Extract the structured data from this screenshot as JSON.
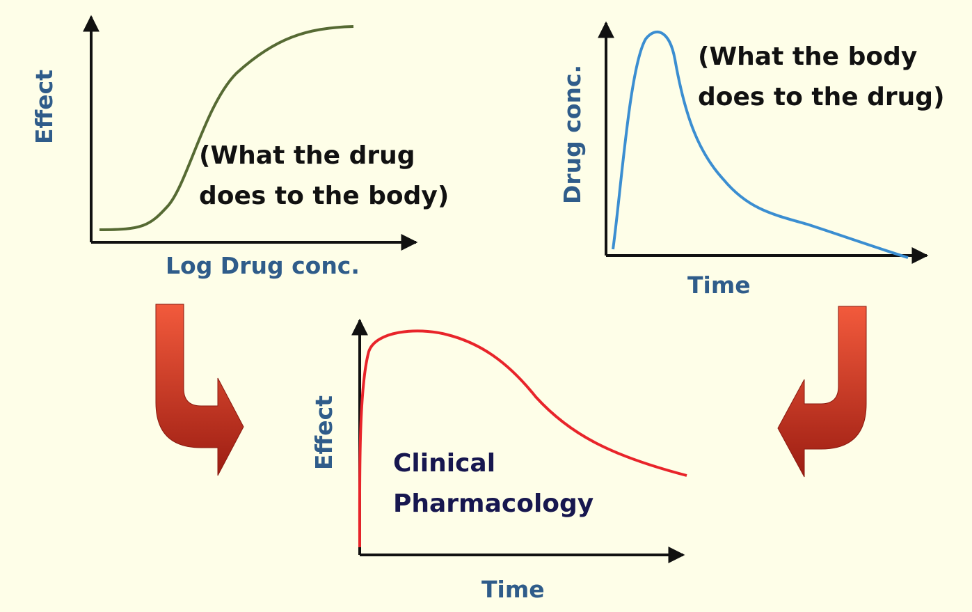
{
  "colors": {
    "background": "#fefee8",
    "axis": "#111111",
    "axis_label": "#2f5c8a",
    "pd_curve": "#566a33",
    "pk_curve": "#3b8ed1",
    "effect_curve": "#e8242a",
    "arrow_light": "#f25a3c",
    "arrow_dark": "#9c1d12",
    "title_color": "#17174f"
  },
  "pd_panel": {
    "y_label": "Effect",
    "x_label": "Log Drug conc.",
    "annotation_line1": "(What the drug",
    "annotation_line2": "does to the body)"
  },
  "pk_panel": {
    "y_label": "Drug conc.",
    "x_label": "Time",
    "annotation_line1": "(What the body",
    "annotation_line2": "does to the drug)"
  },
  "combined_panel": {
    "y_label": "Effect",
    "x_label": "Time",
    "title_line1": "Clinical",
    "title_line2": "Pharmacology"
  },
  "connectors": [
    {
      "name": "left-curved-arrow",
      "icon": "curved-arrow-down-right"
    },
    {
      "name": "right-curved-arrow",
      "icon": "curved-arrow-down-left"
    }
  ]
}
